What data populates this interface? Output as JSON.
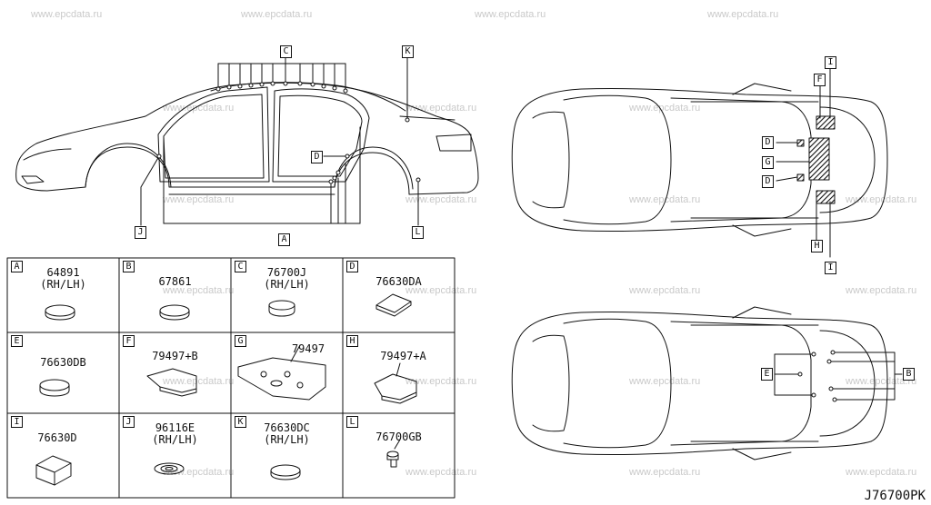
{
  "watermark": "www.epcdata.ru",
  "callouts": {
    "A": "A",
    "B": "B",
    "C": "C",
    "D": "D",
    "E": "E",
    "F": "F",
    "G": "G",
    "H": "H",
    "I": "I",
    "J": "J",
    "K": "K",
    "L": "L"
  },
  "parts": [
    {
      "letter": "A",
      "number": "64891",
      "side": "(RH/LH)"
    },
    {
      "letter": "B",
      "number": "67861",
      "side": ""
    },
    {
      "letter": "C",
      "number": "76700J",
      "side": "(RH/LH)"
    },
    {
      "letter": "D",
      "number": "76630DA",
      "side": ""
    },
    {
      "letter": "E",
      "number": "76630DB",
      "side": ""
    },
    {
      "letter": "F",
      "number": "79497+B",
      "side": ""
    },
    {
      "letter": "G",
      "number": "79497",
      "side": ""
    },
    {
      "letter": "H",
      "number": "79497+A",
      "side": ""
    },
    {
      "letter": "I",
      "number": "76630D",
      "side": ""
    },
    {
      "letter": "J",
      "number": "96116E",
      "side": "(RH/LH)"
    },
    {
      "letter": "K",
      "number": "76630DC",
      "side": "(RH/LH)"
    },
    {
      "letter": "L",
      "number": "76700GB",
      "side": ""
    }
  ],
  "reference": "J76700PK"
}
